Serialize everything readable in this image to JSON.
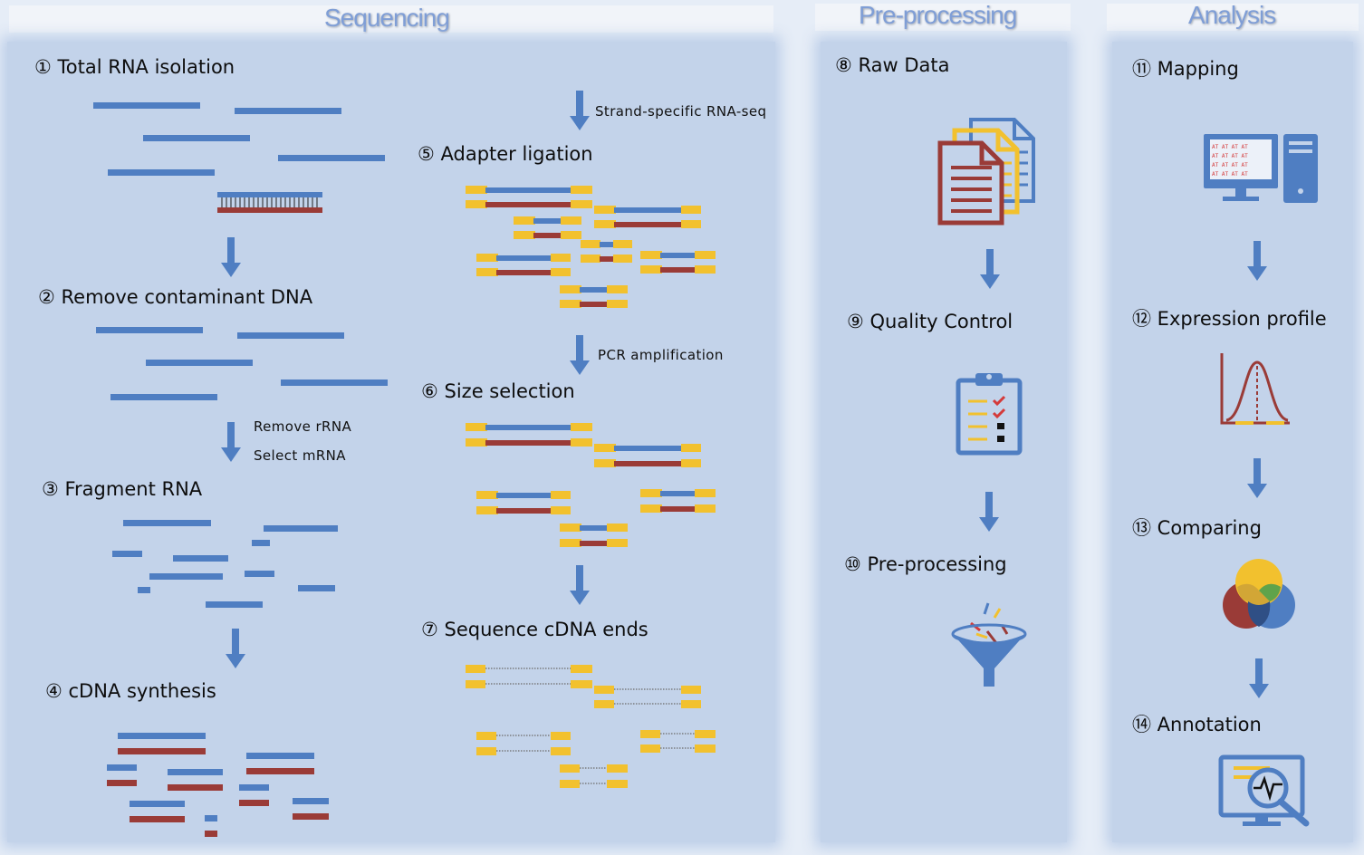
{
  "sections": {
    "sequencing": "Sequencing",
    "preprocessing": "Pre-processing",
    "analysis": "Analysis"
  },
  "steps": {
    "s1": "① Total RNA isolation",
    "s2": "② Remove contaminant DNA",
    "s3": "③ Fragment RNA",
    "s4": "④ cDNA synthesis",
    "s5": "⑤ Adapter ligation",
    "s6": "⑥ Size selection",
    "s7": "⑦ Sequence cDNA ends",
    "s8": "⑧ Raw Data",
    "s9": "⑨ Quality Control",
    "s10": "⑩ Pre-processing",
    "s11": "⑪ Mapping",
    "s12": "⑫ Expression profile",
    "s13": "⑬ Comparing",
    "s14": "⑭ Annotation"
  },
  "notes": {
    "strand_specific": "Strand-specific RNA-seq",
    "remove_rrna": "Remove rRNA",
    "select_mrna": "Select mRNA",
    "pcr": "PCR amplification"
  },
  "icons": {
    "raw_data": "documents-icon",
    "quality_control": "clipboard-checklist-icon",
    "preprocessing": "funnel-filter-icon",
    "mapping": "computer-icon",
    "expression_profile": "bell-curve-icon",
    "comparing": "venn-diagram-icon",
    "annotation": "monitor-magnifier-icon"
  },
  "colors": {
    "rna": "#4f7ec2",
    "dna": "#9a3b37",
    "adapter": "#f2c12e",
    "arrow": "#4f7ec2",
    "section_title": "#7f9ed6"
  }
}
